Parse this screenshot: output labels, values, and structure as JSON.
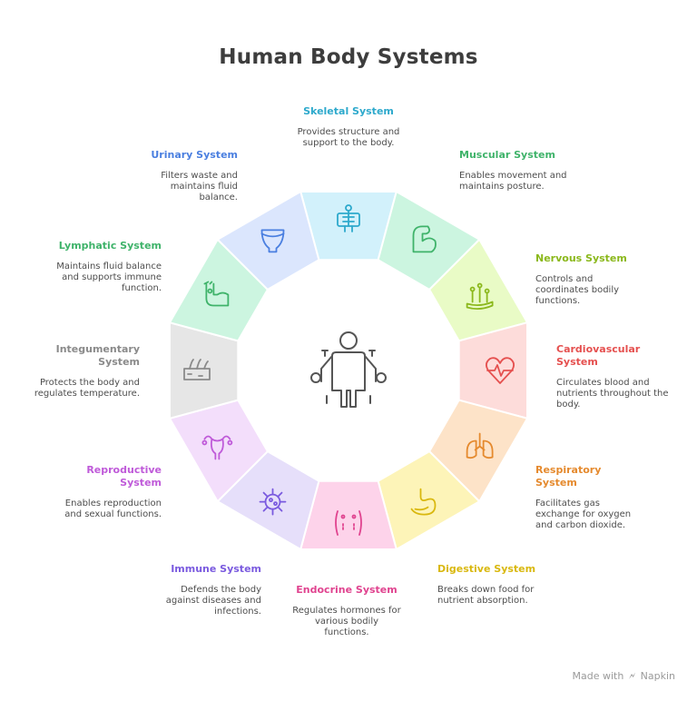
{
  "title": "Human Body Systems",
  "footer": {
    "prefix": "Made with",
    "brand": "Napkin"
  },
  "center_icon": "human-body-icon",
  "systems": [
    {
      "name": "Skeletal System",
      "desc": "Provides structure and support to the body.",
      "color": "#2da9cc",
      "fill": "#d2f1fb",
      "icon": "xray-skeleton-icon"
    },
    {
      "name": "Muscular System",
      "desc": "Enables movement and maintains posture.",
      "color": "#3fb36a",
      "fill": "#ccf5e0",
      "icon": "flexed-arm-icon"
    },
    {
      "name": "Nervous System",
      "desc": "Controls and coordinates bodily functions.",
      "color": "#8bb81c",
      "fill": "#e9fbc6",
      "icon": "neurons-icon"
    },
    {
      "name": "Cardiovascular System",
      "desc": "Circulates blood and nutrients throughout the body.",
      "color": "#e5504f",
      "fill": "#fddcda",
      "icon": "heart-pulse-icon"
    },
    {
      "name": "Respiratory System",
      "desc": "Facilitates gas exchange for oxygen and carbon dioxide.",
      "color": "#e58a2e",
      "fill": "#fde3c8",
      "icon": "lungs-icon"
    },
    {
      "name": "Digestive System",
      "desc": "Breaks down food for nutrient absorption.",
      "color": "#d9b80e",
      "fill": "#fdf4b8",
      "icon": "stomach-icon"
    },
    {
      "name": "Endocrine System",
      "desc": "Regulates hormones for various bodily functions.",
      "color": "#e0438f",
      "fill": "#fdd3ea",
      "icon": "torso-glands-icon"
    },
    {
      "name": "Immune System",
      "desc": "Defends the body against diseases and infections.",
      "color": "#7a5adf",
      "fill": "#e6dffa",
      "icon": "virus-icon"
    },
    {
      "name": "Reproductive System",
      "desc": "Enables reproduction and sexual functions.",
      "color": "#bf5ad9",
      "fill": "#f3defb",
      "icon": "uterus-icon"
    },
    {
      "name": "Integumentary System",
      "desc": "Protects the body and regulates temperature.",
      "color": "#8a8a8a",
      "fill": "#e6e6e6",
      "icon": "skin-hair-icon"
    },
    {
      "name": "Lymphatic System",
      "desc": "Maintains fluid balance and supports immune function.",
      "color": "#3fb36a",
      "fill": "#ccf5e0",
      "icon": "lymph-node-icon"
    },
    {
      "name": "Urinary System",
      "desc": "Filters waste and maintains fluid balance.",
      "color": "#4a7fe0",
      "fill": "#dbe6fd",
      "icon": "bladder-icon"
    }
  ]
}
